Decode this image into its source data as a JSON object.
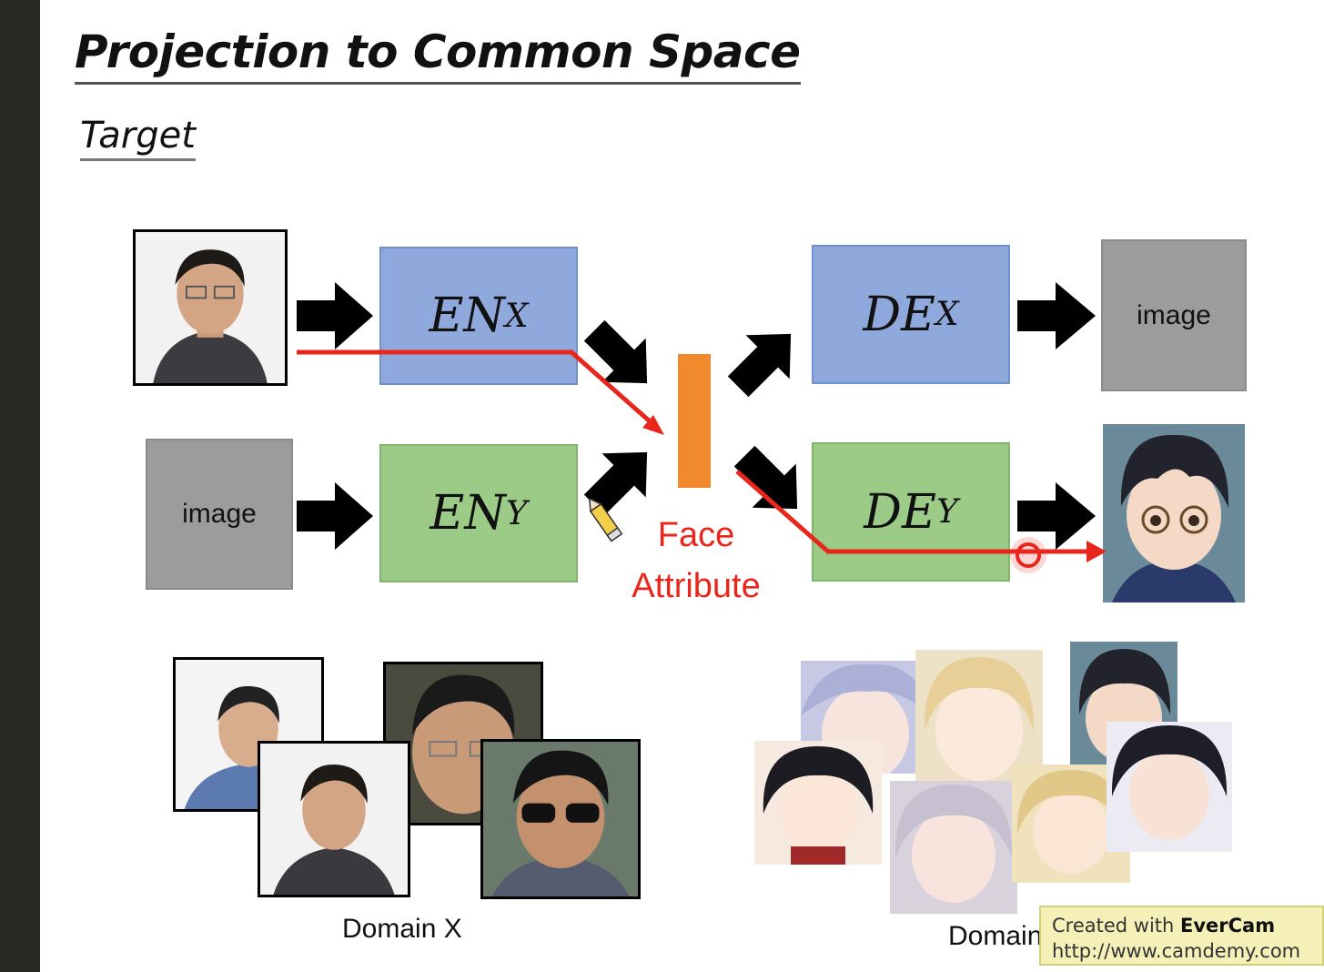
{
  "slide": {
    "title": "Projection to Common Space",
    "subtitle": "Target"
  },
  "diagram": {
    "encoder_x": {
      "main": "EN",
      "sub": "X"
    },
    "encoder_y": {
      "main": "EN",
      "sub": "Y"
    },
    "decoder_x": {
      "main": "DE",
      "sub": "X"
    },
    "decoder_y": {
      "main": "DE",
      "sub": "Y"
    },
    "input_y_placeholder": "image",
    "output_x_placeholder": "image",
    "latent_label_line1": "Face",
    "latent_label_line2": "Attribute"
  },
  "domains": {
    "x_caption": "Domain X",
    "y_caption": "Domain Y"
  },
  "watermark": {
    "line1_prefix": "Created with ",
    "line1_brand": "EverCam",
    "line2": "http://www.camdemy.com"
  },
  "colors": {
    "encoder_fill": "#8fa9dc",
    "decoder_y_fill": "#9ccb87",
    "latent_fill": "#f08a2c",
    "path_red": "#e8261c",
    "placeholder_gray": "#9c9c9c"
  }
}
